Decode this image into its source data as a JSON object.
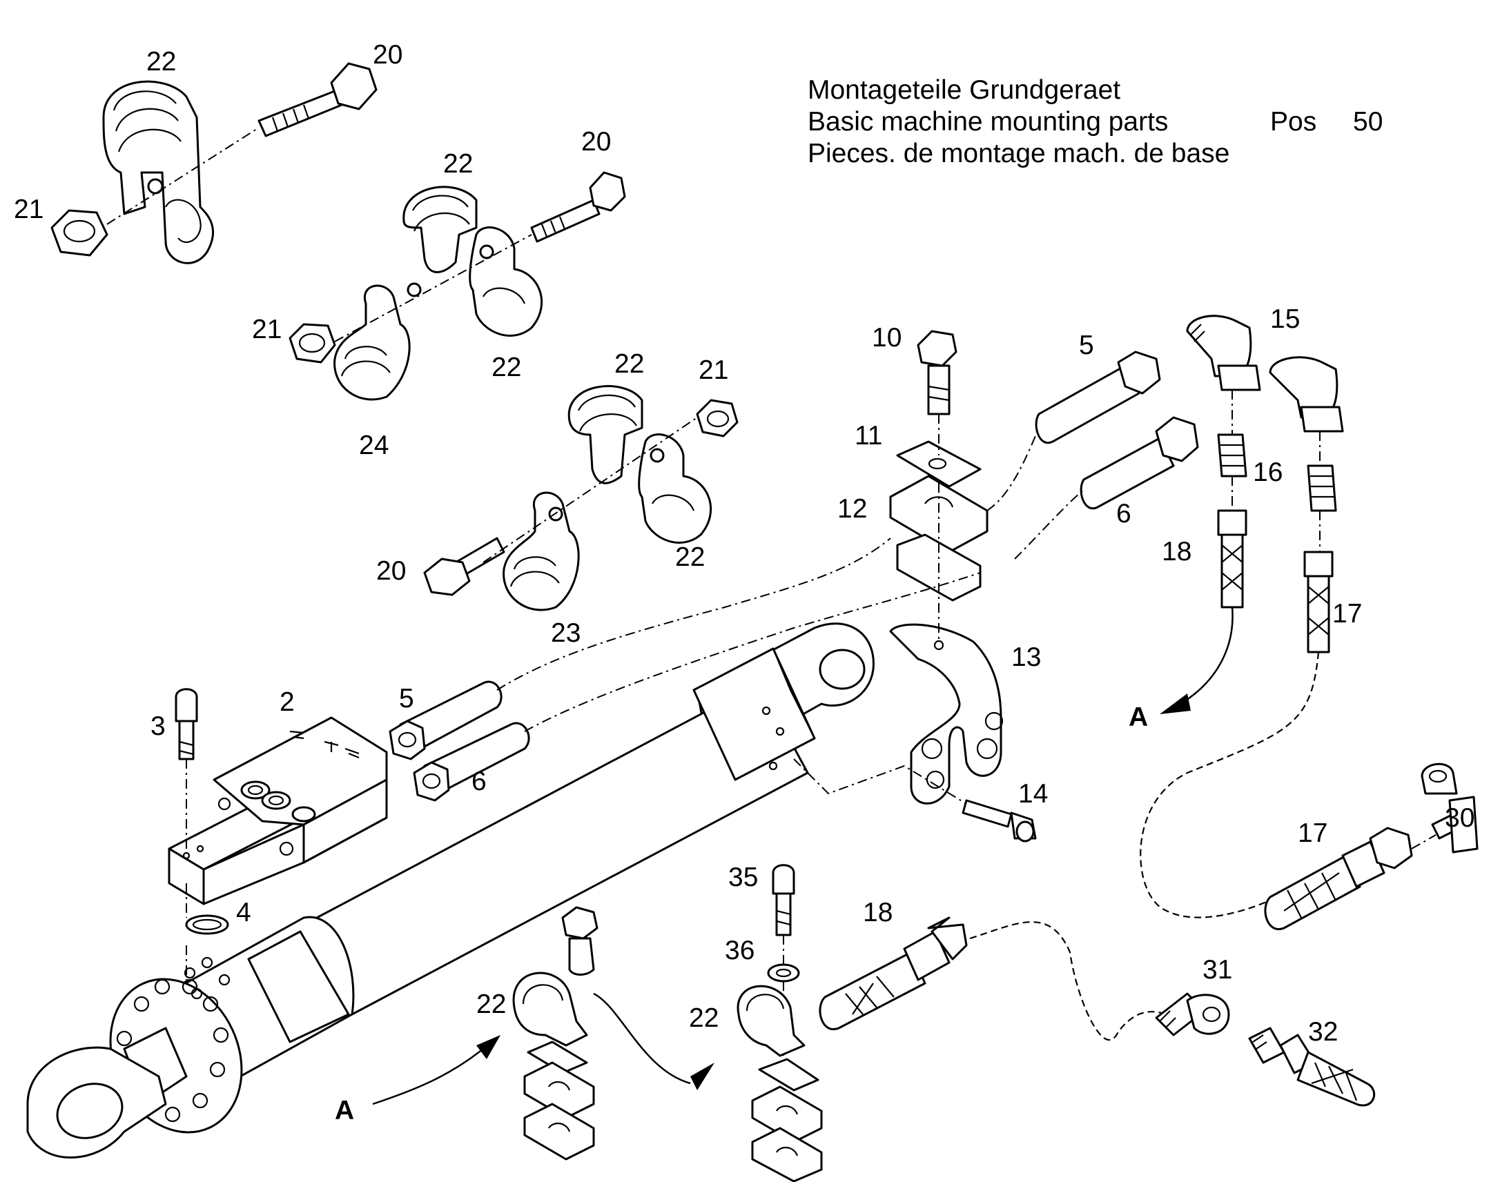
{
  "title": {
    "line_de": "Montageteile Grundgeraet",
    "line_en": "Basic machine mounting parts",
    "line_fr": "Pieces. de montage mach. de base",
    "pos_label": "Pos",
    "pos_number": "50"
  },
  "callouts": {
    "c2": "2",
    "c3": "3",
    "c4": "4",
    "c5a": "5",
    "c5b": "5",
    "c6a": "6",
    "c6b": "6",
    "c10": "10",
    "c11": "11",
    "c12": "12",
    "c13": "13",
    "c14": "14",
    "c15": "15",
    "c16": "16",
    "c17a": "17",
    "c17b": "17",
    "c18a": "18",
    "c18b": "18",
    "c20a": "20",
    "c20b": "20",
    "c20c": "20",
    "c21a": "21",
    "c21b": "21",
    "c21c": "21",
    "c22a": "22",
    "c22b": "22",
    "c22c": "22",
    "c22d": "22",
    "c22e": "22",
    "c22f": "22",
    "c22g": "22",
    "c23": "23",
    "c24": "24",
    "c30": "30",
    "c31": "31",
    "c32": "32",
    "c35": "35",
    "c36": "36",
    "arrowA1": "A",
    "arrowA2": "A"
  }
}
